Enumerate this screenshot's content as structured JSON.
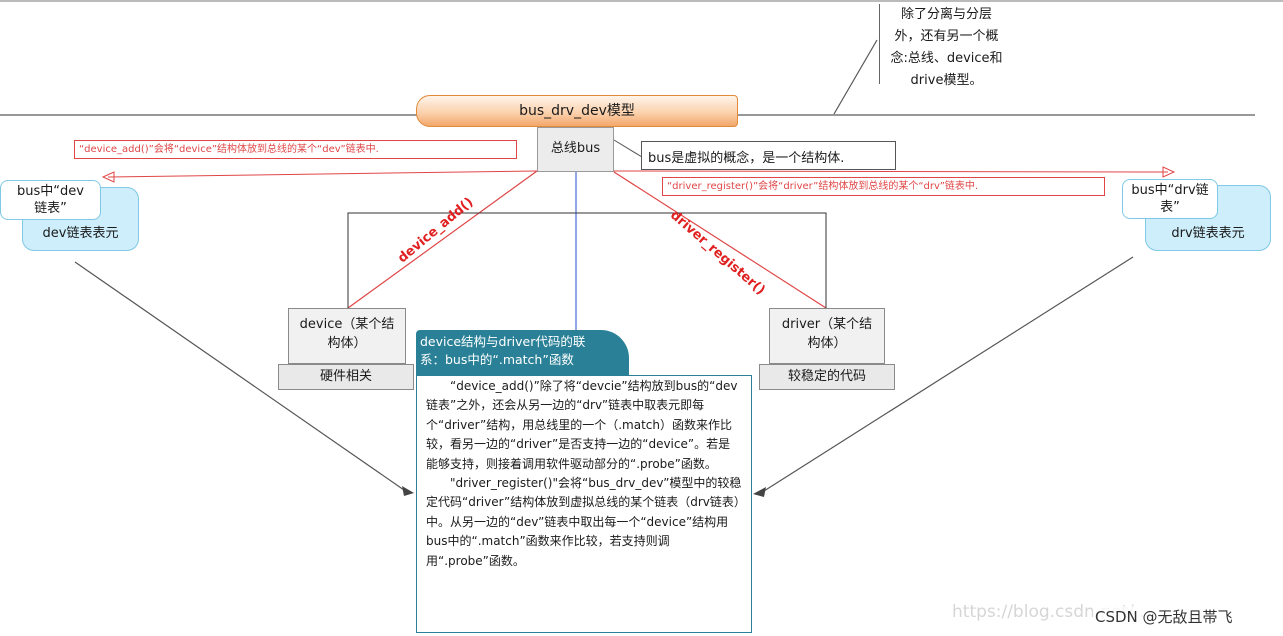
{
  "diagram": {
    "title": "bus_drv_dev模型",
    "top_note": {
      "lines": [
        "除了分离与分层",
        "外，还有另一个概",
        "念:总线、device和",
        "drive模型。"
      ]
    },
    "bus_label": "总线bus",
    "bus_note": "bus是虚拟的概念，是一个结构体.",
    "red_note_left": "“device_add()”会将“device”结构体放到总线的某个“dev”链表中.",
    "red_note_right": "“driver_register()”会将“driver”结构体放到总线的某个“drv”链表中.",
    "left_list": {
      "tag_line1": "bus中“dev",
      "tag_line2": "链表”",
      "element_label": "dev链表表元"
    },
    "right_list": {
      "tag_line1": "bus中“drv链",
      "tag_line2": "表”",
      "element_label": "drv链表表元"
    },
    "arrow_labels": {
      "device_add": "device_add()",
      "driver_register": "driver_register()"
    },
    "device_box": {
      "line1": "device（某个结",
      "line2": "构体）",
      "sub_label": "硬件相关"
    },
    "driver_box": {
      "line1": "driver（某个结",
      "line2": "构体）",
      "sub_label": "较稳定的代码"
    },
    "callout": {
      "header_line1": "device结构与driver代码的联",
      "header_line2": "系：bus中的“.match”函数",
      "paragraph1": "“device_add()”除了将“devcie”结构放到bus的“dev链表”之外，还会从另一边的“drv”链表中取表元即每个“driver”结构，用总线里的一个（.match）函数来作比较，看另一边的“driver”是否支持一边的“device”。若是能够支持，则接着调用软件驱动部分的“.probe”函数。",
      "paragraph2": "\"driver_register()\"会将“bus_drv_dev”模型中的较稳定代码“driver”结构体放到虚拟总线的某个链表（drv链表）中。从另一边的“dev”链表中取出每一个“device”结构用bus中的“.match”函数来作比较，若支持则调用“.probe”函数。"
    },
    "watermark_faint": "https://blog.csdn.net/...",
    "watermark": "CSDN @无敌且帯飞"
  },
  "colors": {
    "red": "#e04646",
    "orange_border": "#e28a3a",
    "cyan": "#cdeefa",
    "teal": "#2a8197",
    "gray": "#f1f1f1"
  }
}
